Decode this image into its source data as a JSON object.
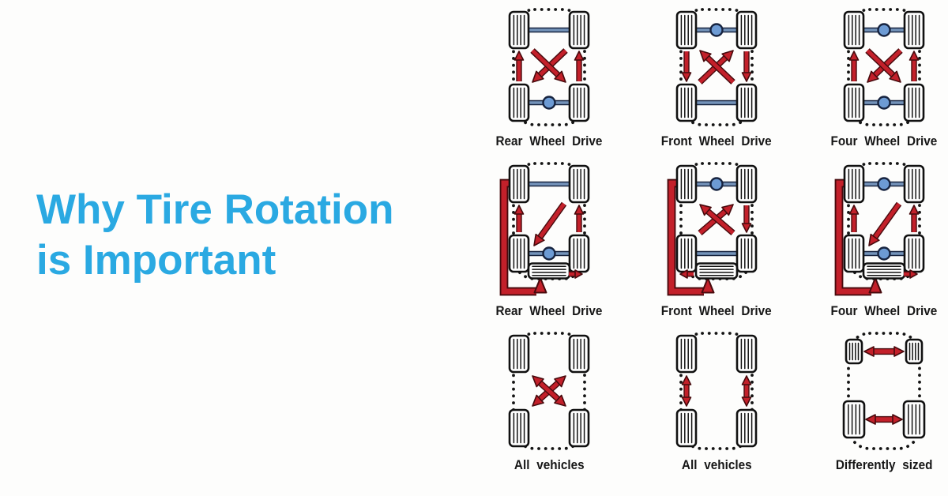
{
  "page": {
    "background": "#fdfdfc"
  },
  "title": {
    "line1": "Why Tire Rotation",
    "line2": "is Important",
    "color": "#2aa9e2"
  },
  "colors": {
    "arrow_red": "#c3202a",
    "arrow_outline": "#470a0d",
    "axle_fill": "#7493ba",
    "axle_outline": "#16233f",
    "diff_fill": "#6d9bd4",
    "tire_fill": "#ffffff",
    "tire_outline": "#111111",
    "car_outline": "#141414",
    "label_color": "#161616"
  },
  "panels": [
    {
      "id": "rear-wheel-drive-4tire",
      "label": "Rear Wheel Drive",
      "axles": true,
      "front_diff": false,
      "rear_diff": true,
      "spare": null,
      "tires": "equal",
      "arrows": [
        "cross-to-rear",
        "side-left-up",
        "side-right-up"
      ]
    },
    {
      "id": "front-wheel-drive-4tire",
      "label": "Front Wheel Drive",
      "axles": true,
      "front_diff": true,
      "rear_diff": false,
      "spare": null,
      "tires": "equal",
      "arrows": [
        "cross-to-front",
        "side-left-down",
        "side-right-down"
      ]
    },
    {
      "id": "four-wheel-drive-4tire",
      "label": "Four Wheel Drive",
      "axles": true,
      "front_diff": true,
      "rear_diff": true,
      "spare": null,
      "tires": "equal",
      "arrows": [
        "cross-to-rear",
        "side-left-up",
        "side-right-up"
      ]
    },
    {
      "id": "rear-wheel-drive-5tire",
      "label": "Rear Wheel Drive",
      "axles": true,
      "front_diff": false,
      "rear_diff": true,
      "spare": "right",
      "tires": "equal",
      "arrows": [
        "outer-left-to-spare",
        "diag-rf-to-lr",
        "side-left-up",
        "side-right-up",
        "spare-to-right"
      ]
    },
    {
      "id": "front-wheel-drive-5tire",
      "label": "Front Wheel Drive",
      "axles": true,
      "front_diff": true,
      "rear_diff": false,
      "spare": "left",
      "tires": "equal",
      "arrows": [
        "outer-left-to-spare",
        "cross-to-front",
        "side-right-down",
        "spare-to-left"
      ]
    },
    {
      "id": "four-wheel-drive-5tire",
      "label": "Four Wheel Drive",
      "axles": true,
      "front_diff": true,
      "rear_diff": true,
      "spare": "right",
      "tires": "equal",
      "arrows": [
        "outer-left-to-spare",
        "diag-rf-to-lr",
        "side-left-up",
        "side-right-up",
        "spare-to-right"
      ]
    },
    {
      "id": "all-vehicles-cross",
      "label": "All vehicles",
      "axles": false,
      "front_diff": false,
      "rear_diff": false,
      "spare": null,
      "tires": "equal",
      "arrows": [
        "cross-both"
      ]
    },
    {
      "id": "all-vehicles-sides",
      "label": "All vehicles",
      "axles": false,
      "front_diff": false,
      "rear_diff": false,
      "spare": null,
      "tires": "equal",
      "arrows": [
        "side-left-both",
        "side-right-both"
      ]
    },
    {
      "id": "differently-sized",
      "label": "Differently sized",
      "axles": false,
      "front_diff": false,
      "rear_diff": false,
      "spare": null,
      "tires": "staggered",
      "arrows": [
        "front-swap",
        "rear-swap"
      ]
    }
  ]
}
